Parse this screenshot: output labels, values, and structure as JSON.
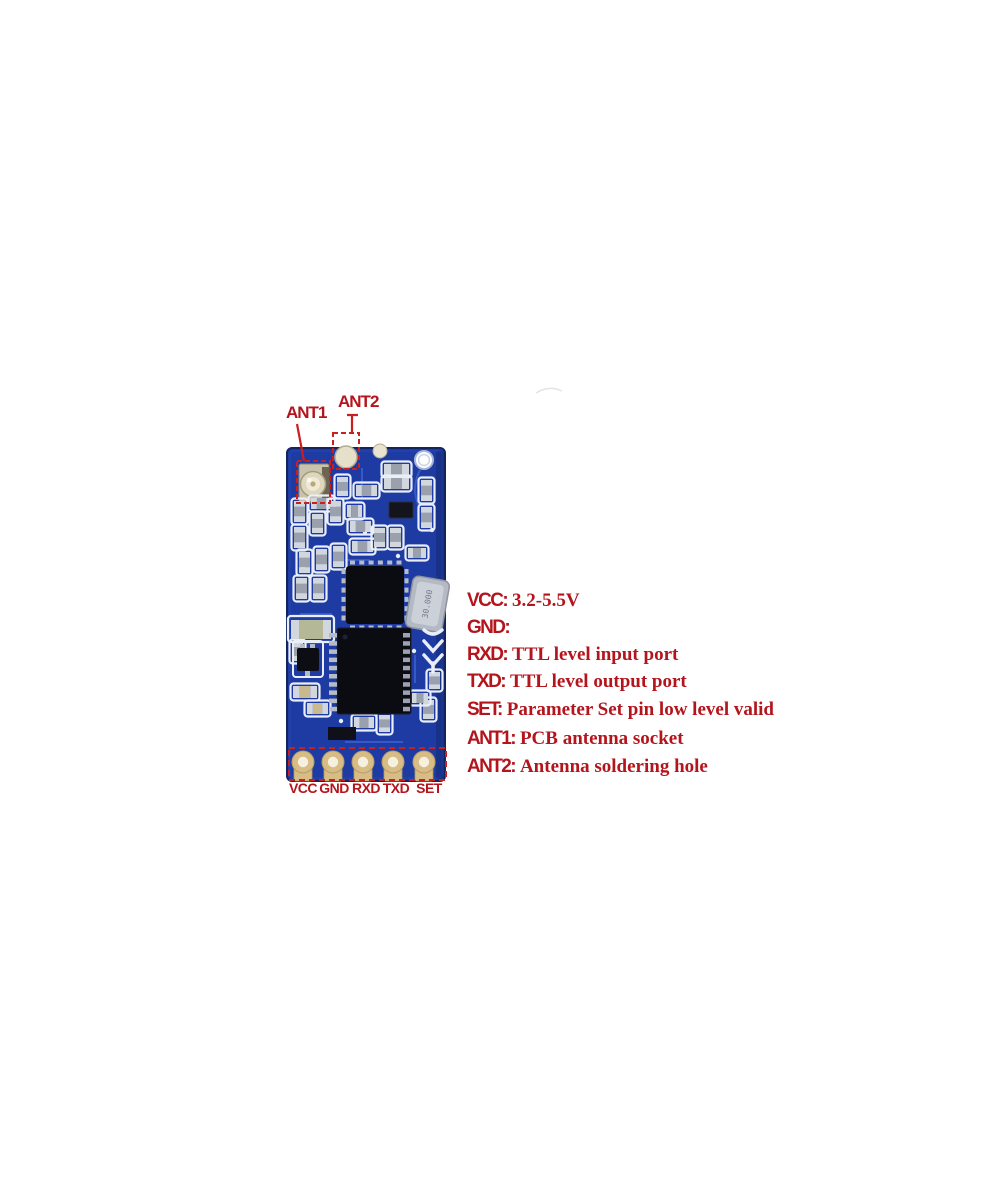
{
  "colors": {
    "background": "#ffffff",
    "annotation_red": "#b4151c",
    "callout_red": "#c9201f",
    "pcb_blue": "#1d3ba2",
    "pcb_trace_blue": "#3a5fd0",
    "silkscreen_white": "#e9eef9",
    "ic_black": "#0b0c11",
    "pin_gold": "#d8bc86",
    "crystal_silver": "#b4bac4"
  },
  "module": {
    "pin_labels": [
      "VCC",
      "GND",
      "RXD",
      "TXD",
      "SET"
    ],
    "crystal_marking": "30.000"
  },
  "callouts": {
    "ant1_label": "ANT1",
    "ant2_label": "ANT2"
  },
  "annotations": [
    {
      "label": "VCC:",
      "text": "3.2-5.5V"
    },
    {
      "label": "GND:",
      "text": ""
    },
    {
      "label": "RXD:",
      "text": "TTL level input port"
    },
    {
      "label": "TXD:",
      "text": "TTL level output port"
    },
    {
      "label": "SET:",
      "text": "Parameter Set pin low level valid"
    },
    {
      "label": "ANT1:",
      "text": "PCB antenna socket"
    },
    {
      "label": "ANT2:",
      "text": "Antenna soldering hole"
    }
  ]
}
